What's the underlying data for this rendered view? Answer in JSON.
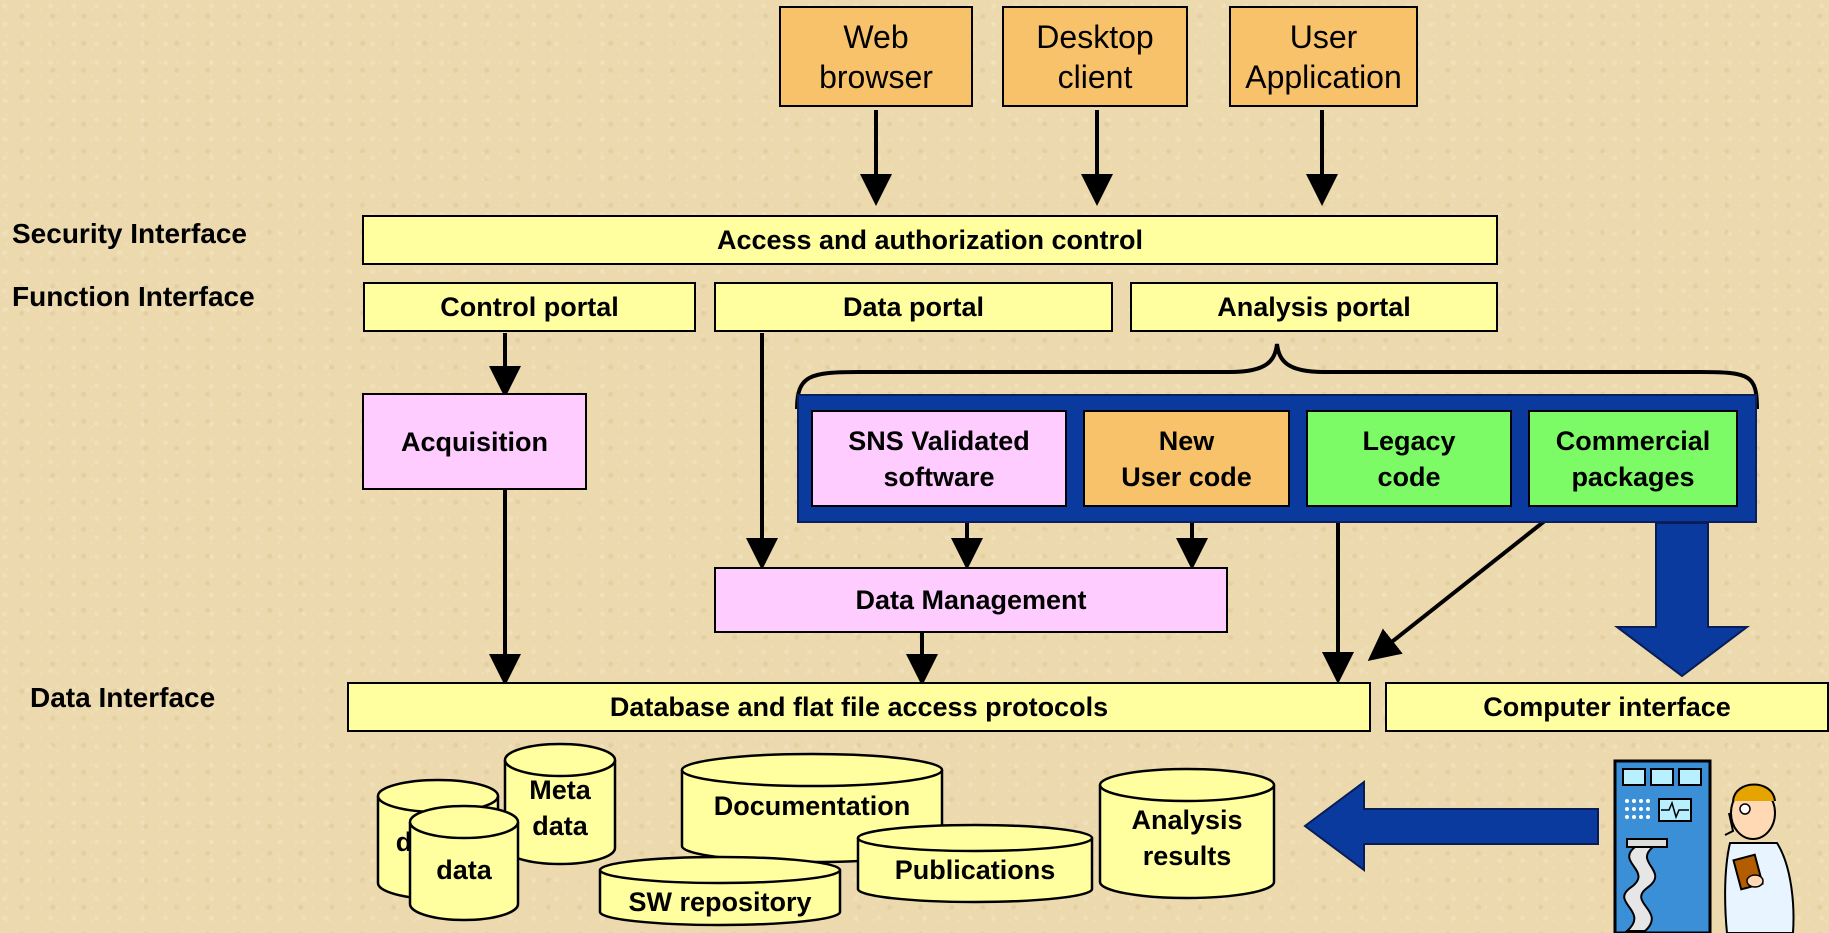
{
  "clients": {
    "web_browser": "Web\nbrowser",
    "desktop_client": "Desktop\nclient",
    "user_application": "User\nApplication"
  },
  "interfaces": {
    "security": "Security Interface",
    "function": "Function Interface",
    "data": "Data Interface"
  },
  "bars": {
    "access": "Access and authorization control",
    "control_portal": "Control portal",
    "data_portal": "Data portal",
    "analysis_portal": "Analysis portal",
    "db_protocols": "Database and flat file access protocols",
    "computer_interface": "Computer interface"
  },
  "boxes": {
    "acquisition": "Acquisition",
    "sns": "SNS Validated\nsoftware",
    "new_user_code": "New\nUser code",
    "legacy": "Legacy\ncode",
    "commercial": "Commercial\npackages",
    "data_management": "Data Management"
  },
  "stores": {
    "data_back_fragment": "d",
    "data": "data",
    "meta_data": "Meta\ndata",
    "documentation": "Documentation",
    "sw_repository": "SW repository",
    "publications": "Publications",
    "analysis_results": "Analysis\nresults"
  },
  "colors": {
    "background": "#ecd9ad",
    "client_box": "#f8c26a",
    "bar": "#ffff9f",
    "pink_box": "#ffccff",
    "green_box": "#7dfb66",
    "analysis_panel": "#0a3a9e",
    "big_arrow": "#0a3a9e"
  },
  "icons": {
    "operator": "computer-operator-clipart-icon"
  }
}
